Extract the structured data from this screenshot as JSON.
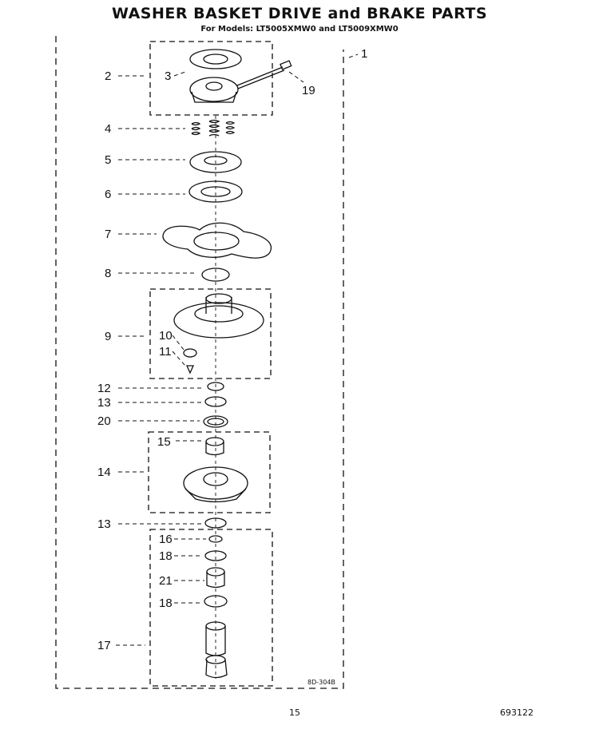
{
  "header": {
    "title": "WASHER BASKET DRIVE and BRAKE PARTS",
    "subtitle": "For Models: LT5005XMW0 and LT5009XMW0"
  },
  "callouts": {
    "c1": "1",
    "c2": "2",
    "c3": "3",
    "c4": "4",
    "c5": "5",
    "c6": "6",
    "c7": "7",
    "c8": "8",
    "c9": "9",
    "c10": "10",
    "c11": "11",
    "c12": "12",
    "c13a": "13",
    "c20": "20",
    "c15": "15",
    "c14": "14",
    "c13b": "13",
    "c16": "16",
    "c18a": "18",
    "c21": "21",
    "c18b": "18",
    "c17": "17",
    "c19": "19"
  },
  "diagram_code": "8D-304B",
  "footer": {
    "page_number": "15",
    "doc_number": "693122"
  }
}
